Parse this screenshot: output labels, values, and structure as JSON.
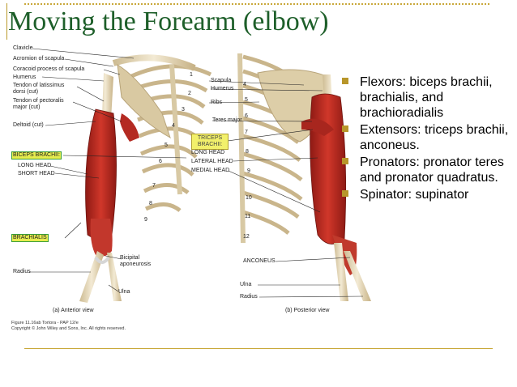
{
  "title": "Moving the Forearm (elbow)",
  "bullets": [
    "Flexors: biceps brachii, brachialis, and brachioradialis",
    "Extensors: triceps brachii, anconeus.",
    "Pronators: pronator teres and pronator quadratus.",
    "Spinator: supinator"
  ],
  "anterior_labels": {
    "clavicle": "Clavicle",
    "acromion": "Acromion of scapula",
    "coracoid": "Coracoid process of scapula",
    "humerus": "Humerus",
    "latissimus": "Tendon of latissimus dorsi (cut)",
    "pectoralis": "Tendon of pectoralis major (cut)",
    "deltoid": "Deltoid (cut)",
    "biceps": "BICEPS BRACHII:",
    "long_head": "LONG HEAD",
    "short_head": "SHORT HEAD",
    "brachialis": "BRACHIALIS",
    "bicipital": "Bicipital aponeurosis",
    "radius": "Radius",
    "ulna": "Ulna"
  },
  "posterior_labels": {
    "scapula": "Scapula",
    "humerus": "Humerus",
    "ribs": "Ribs",
    "teres_major": "Teres major",
    "triceps": "TRICEPS BRACHII:",
    "long_head": "LONG HEAD",
    "lateral_head": "LATERAL HEAD",
    "medial_head": "MEDIAL HEAD",
    "anconeus": "ANCONEUS",
    "ulna": "Ulna",
    "radius": "Radius"
  },
  "rib_numbers": [
    "1",
    "2",
    "3",
    "4",
    "5",
    "6",
    "7",
    "8",
    "9",
    "4",
    "5",
    "6",
    "7",
    "8",
    "9",
    "10",
    "11",
    "12"
  ],
  "view_captions": {
    "anterior": "(a) Anterior view",
    "posterior": "(b) Posterior view"
  },
  "credit": {
    "figure": "Figure 11.16ab  Tortora - PAP 12/e",
    "copyright": "Copyright © John Wiley and Sons, Inc. All rights reserved."
  },
  "colors": {
    "title": "#1e5f2a",
    "accent": "#c9a83a",
    "muscle": "#b8271f",
    "bone": "#e8dcc0"
  }
}
